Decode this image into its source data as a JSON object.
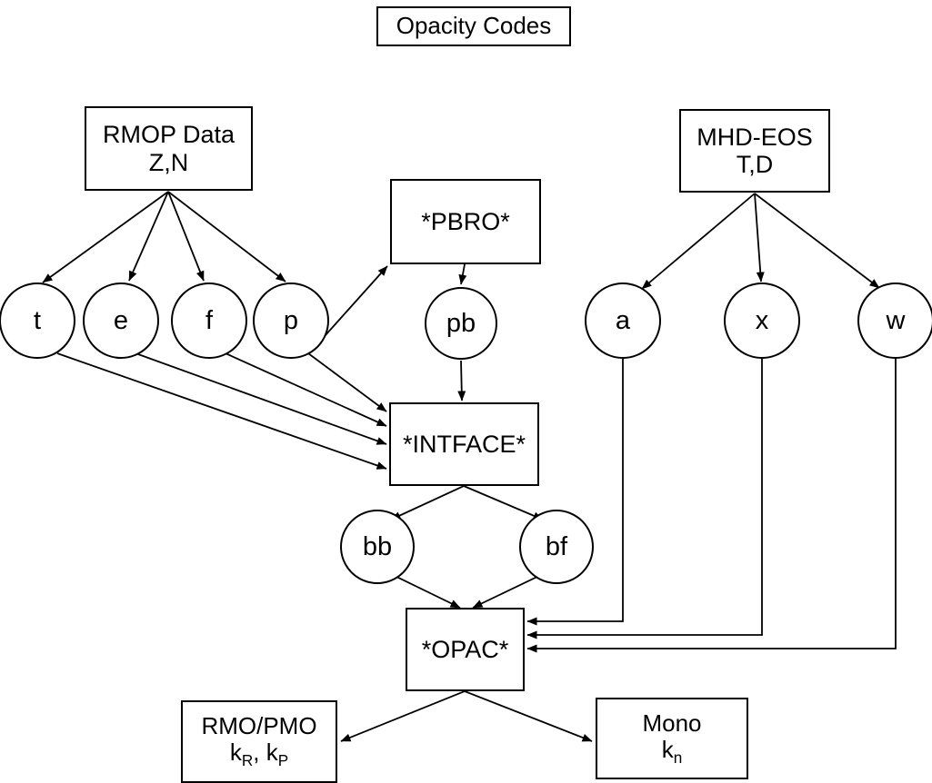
{
  "diagram": {
    "title": "Opacity Codes",
    "nodes": [
      {
        "id": "title",
        "shape": "rect",
        "line1": "Opacity Codes",
        "line2": ""
      },
      {
        "id": "rmop",
        "shape": "rect",
        "line1": "RMOP  Data",
        "line2": "Z,N"
      },
      {
        "id": "mhdeos",
        "shape": "rect",
        "line1": "MHD-EOS",
        "line2": "T,D"
      },
      {
        "id": "pbro",
        "shape": "rect",
        "line1": "*PBRO*",
        "line2": ""
      },
      {
        "id": "intface",
        "shape": "rect",
        "line1": "*INTFACE*",
        "line2": ""
      },
      {
        "id": "opac",
        "shape": "rect",
        "line1": "*OPAC*",
        "line2": ""
      },
      {
        "id": "rmopmo",
        "shape": "rect",
        "line1": "RMO/PMO",
        "line2": "k_R, k_P"
      },
      {
        "id": "mono",
        "shape": "rect",
        "line1": "Mono",
        "line2": "k_n"
      },
      {
        "id": "t",
        "shape": "circle",
        "line1": "t",
        "line2": ""
      },
      {
        "id": "e",
        "shape": "circle",
        "line1": "e",
        "line2": ""
      },
      {
        "id": "f",
        "shape": "circle",
        "line1": "f",
        "line2": ""
      },
      {
        "id": "p",
        "shape": "circle",
        "line1": "p",
        "line2": ""
      },
      {
        "id": "pb",
        "shape": "circle",
        "line1": "pb",
        "line2": ""
      },
      {
        "id": "a",
        "shape": "circle",
        "line1": "a",
        "line2": ""
      },
      {
        "id": "x",
        "shape": "circle",
        "line1": "x",
        "line2": ""
      },
      {
        "id": "w",
        "shape": "circle",
        "line1": "w",
        "line2": ""
      },
      {
        "id": "bb",
        "shape": "circle",
        "line1": "bb",
        "line2": ""
      },
      {
        "id": "bf",
        "shape": "circle",
        "line1": "bf",
        "line2": ""
      }
    ],
    "labels": {
      "title": "Opacity Codes",
      "rmop_l1": "RMOP  Data",
      "rmop_l2": "Z,N",
      "mhdeos_l1": "MHD-EOS",
      "mhdeos_l2": "T,D",
      "pbro": "*PBRO*",
      "intface": "*INTFACE*",
      "opac": "*OPAC*",
      "rmopmo_l1": "RMO/PMO",
      "rmopmo_k1": "k",
      "rmopmo_k1sub": "R",
      "rmopmo_sep": ", ",
      "rmopmo_k2": "k",
      "rmopmo_k2sub": "P",
      "mono_l1": "Mono",
      "mono_k": "k",
      "mono_ksub": "n",
      "t": "t",
      "e": "e",
      "f": "f",
      "p": "p",
      "pb": "pb",
      "a": "a",
      "x": "x",
      "w": "w",
      "bb": "bb",
      "bf": "bf"
    },
    "edges": [
      {
        "from": "rmop",
        "to": "t",
        "style": "arrow"
      },
      {
        "from": "rmop",
        "to": "e",
        "style": "arrow"
      },
      {
        "from": "rmop",
        "to": "f",
        "style": "arrow"
      },
      {
        "from": "rmop",
        "to": "p",
        "style": "arrow"
      },
      {
        "from": "p",
        "to": "pbro",
        "style": "arrow"
      },
      {
        "from": "pbro",
        "to": "pb",
        "style": "arrow"
      },
      {
        "from": "pb",
        "to": "intface",
        "style": "arrow"
      },
      {
        "from": "t",
        "to": "intface",
        "style": "arrow"
      },
      {
        "from": "e",
        "to": "intface",
        "style": "arrow"
      },
      {
        "from": "f",
        "to": "intface",
        "style": "arrow"
      },
      {
        "from": "p",
        "to": "intface",
        "style": "arrow"
      },
      {
        "from": "mhdeos",
        "to": "a",
        "style": "arrow"
      },
      {
        "from": "mhdeos",
        "to": "x",
        "style": "arrow"
      },
      {
        "from": "mhdeos",
        "to": "w",
        "style": "arrow"
      },
      {
        "from": "intface",
        "to": "bb",
        "style": "arrow"
      },
      {
        "from": "intface",
        "to": "bf",
        "style": "arrow"
      },
      {
        "from": "bb",
        "to": "opac",
        "style": "arrow"
      },
      {
        "from": "bf",
        "to": "opac",
        "style": "arrow"
      },
      {
        "from": "a",
        "to": "opac",
        "style": "orthogonal-arrow"
      },
      {
        "from": "x",
        "to": "opac",
        "style": "orthogonal-arrow"
      },
      {
        "from": "w",
        "to": "opac",
        "style": "orthogonal-arrow"
      },
      {
        "from": "opac",
        "to": "rmopmo",
        "style": "arrow"
      },
      {
        "from": "opac",
        "to": "mono",
        "style": "arrow"
      }
    ],
    "colors": {
      "stroke": "#000000",
      "fill": "#ffffff",
      "text": "#000000"
    }
  }
}
